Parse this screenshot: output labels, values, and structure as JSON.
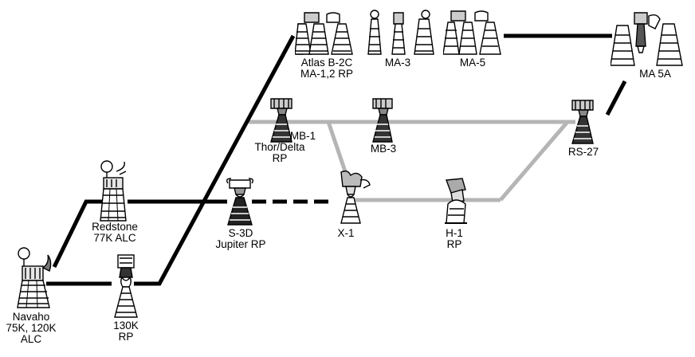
{
  "colors": {
    "strong_link": "#000000",
    "light_link": "#b5b5b5",
    "ink": "#000000",
    "paper": "#ffffff"
  },
  "icons": [
    "rocket-engine-icon",
    "gas-generator-sphere-icon",
    "thrust-chamber-nozzle-icon"
  ],
  "engines": {
    "navaho": {
      "line1": "Navaho",
      "line2": "75K, 120K",
      "line3": "ALC"
    },
    "redstone": {
      "line1": "Redstone",
      "line2": "77K  ALC"
    },
    "e130k": {
      "line1": "130K",
      "line2": "RP"
    },
    "s3d": {
      "line1": "S-3D",
      "line2": "Jupiter RP"
    },
    "x1": {
      "line1": "X-1"
    },
    "h1": {
      "line1": "H-1",
      "line2": "RP"
    },
    "mb1": {
      "line1": "MB-1",
      "line2": "Thor/Delta",
      "line3": "RP"
    },
    "mb3": {
      "line1": "MB-3"
    },
    "rs27": {
      "line1": "RS-27"
    },
    "atlas": {
      "line1": "Atlas B-2C",
      "line2": "MA-1,2 RP"
    },
    "ma3": {
      "line1": "MA-3"
    },
    "ma5": {
      "line1": "MA-5"
    },
    "ma5a": {
      "line1": "MA 5A"
    }
  }
}
